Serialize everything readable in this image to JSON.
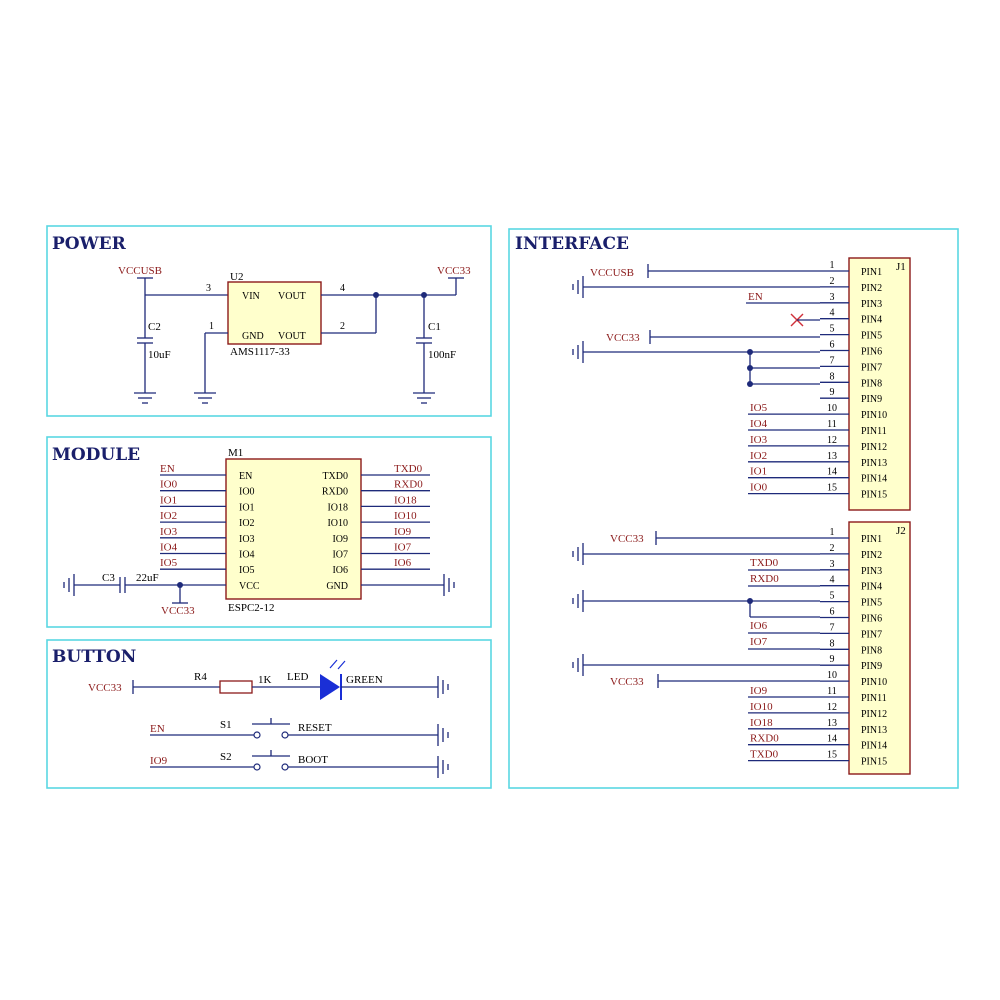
{
  "panels": {
    "power": {
      "title": "POWER",
      "vccusb": "VCCUSB",
      "vcc33": "VCC33",
      "u2_ref": "U2",
      "u2_part": "AMS1117-33",
      "u2_pins": {
        "vin": "VIN",
        "vout1": "VOUT",
        "gnd": "GND",
        "vout2": "VOUT"
      },
      "pin_nums": {
        "p3": "3",
        "p4": "4",
        "p1": "1",
        "p2": "2"
      },
      "c2_ref": "C2",
      "c2_val": "10uF",
      "c1_ref": "C1",
      "c1_val": "100nF"
    },
    "module": {
      "title": "MODULE",
      "m1_ref": "M1",
      "m1_part": "ESPC2-12",
      "left_pins": [
        "EN",
        "IO0",
        "IO1",
        "IO2",
        "IO3",
        "IO4",
        "IO5",
        "VCC"
      ],
      "right_pins": [
        "TXD0",
        "RXD0",
        "IO18",
        "IO10",
        "IO9",
        "IO7",
        "IO6",
        "GND"
      ],
      "left_nets": [
        "EN",
        "IO0",
        "IO1",
        "IO2",
        "IO3",
        "IO4",
        "IO5"
      ],
      "right_nets": [
        "TXD0",
        "RXD0",
        "IO18",
        "IO10",
        "IO9",
        "IO7",
        "IO6"
      ],
      "c3_ref": "C3",
      "c3_val": "22uF",
      "vcc33": "VCC33"
    },
    "button": {
      "title": "BUTTON",
      "vcc33": "VCC33",
      "r4_ref": "R4",
      "r4_val": "1K",
      "led_ref": "LED",
      "led_color": "GREEN",
      "en": "EN",
      "s1_ref": "S1",
      "s1_name": "RESET",
      "io9": "IO9",
      "s2_ref": "S2",
      "s2_name": "BOOT"
    },
    "interface": {
      "title": "INTERFACE",
      "j1": {
        "ref": "J1",
        "pins": [
          "PIN1",
          "PIN2",
          "PIN3",
          "PIN4",
          "PIN5",
          "PIN6",
          "PIN7",
          "PIN8",
          "PIN9",
          "PIN10",
          "PIN11",
          "PIN12",
          "PIN13",
          "PIN14",
          "PIN15"
        ],
        "nums": [
          "1",
          "2",
          "3",
          "4",
          "5",
          "6",
          "7",
          "8",
          "9",
          "10",
          "11",
          "12",
          "13",
          "14",
          "15"
        ],
        "vccusb": "VCCUSB",
        "en": "EN",
        "vcc33": "VCC33",
        "io_nets": [
          "IO5",
          "IO4",
          "IO3",
          "IO2",
          "IO1",
          "IO0"
        ]
      },
      "j2": {
        "ref": "J2",
        "pins": [
          "PIN1",
          "PIN2",
          "PIN3",
          "PIN4",
          "PIN5",
          "PIN6",
          "PIN7",
          "PIN8",
          "PIN9",
          "PIN10",
          "PIN11",
          "PIN12",
          "PIN13",
          "PIN14",
          "PIN15"
        ],
        "nums": [
          "1",
          "2",
          "3",
          "4",
          "5",
          "6",
          "7",
          "8",
          "9",
          "10",
          "11",
          "12",
          "13",
          "14",
          "15"
        ],
        "vcc33_top": "VCC33",
        "txd0": "TXD0",
        "rxd0": "RXD0",
        "io6": "IO6",
        "io7": "IO7",
        "vcc33_mid": "VCC33",
        "io_nets": [
          "IO9",
          "IO10",
          "IO18",
          "RXD0",
          "TXD0"
        ]
      }
    }
  },
  "colors": {
    "panel_border": "#5ad7e3",
    "wire": "#1e2a7a",
    "chip_fill": "#ffffcc",
    "chip_border": "#8b1a1a",
    "net_label": "#8b1a1a",
    "title": "#1a1f6b",
    "led": "#1a2fd6",
    "no_connect": "#d0303a"
  }
}
